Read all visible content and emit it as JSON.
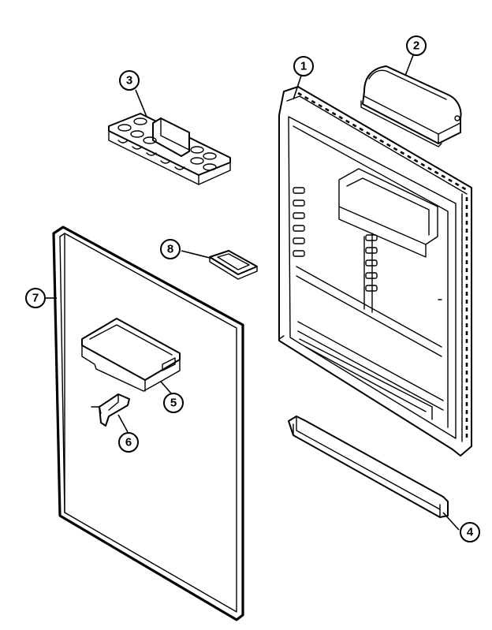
{
  "diagram": {
    "callouts": [
      {
        "label": "1"
      },
      {
        "label": "2"
      },
      {
        "label": "3"
      },
      {
        "label": "4"
      },
      {
        "label": "5"
      },
      {
        "label": "6"
      },
      {
        "label": "7"
      },
      {
        "label": "8"
      }
    ]
  }
}
